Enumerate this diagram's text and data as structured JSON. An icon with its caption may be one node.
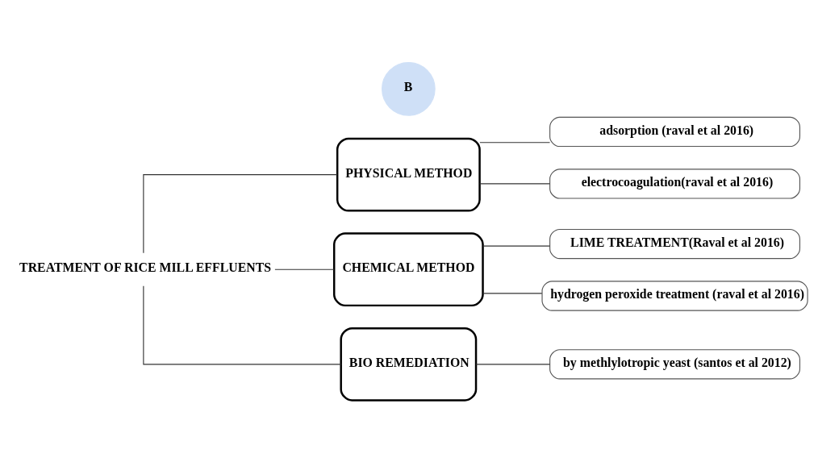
{
  "diagram": {
    "nodes": [
      {
        "text": [
          "B"
        ]
      },
      {
        "text": [
          "TREATMENT OF RICE MILL EFFLUENTS"
        ]
      },
      {
        "text": [
          "PHYSICAL METHOD"
        ]
      },
      {
        "text": [
          "adsorption (raval et al 2016)"
        ]
      },
      {
        "text": [
          "electrocoagulation(raval et al 2016)"
        ]
      },
      {
        "text": [
          "CHEMICAL METHOD"
        ]
      },
      {
        "text": [
          "LIME TREATMENT(Raval et al 2016)"
        ]
      },
      {
        "text": [
          "hydrogen peroxide treatment (raval et al 2016)"
        ]
      },
      {
        "text": [
          "BIO REMEDIATION"
        ]
      },
      {
        "text": [
          "by methlylotropic yeast (santos et al 2012)"
        ]
      }
    ],
    "edges": [
      {
        "from": 1,
        "to": 2,
        "arrow": "none"
      },
      {
        "from": 1,
        "to": 5,
        "arrow": "none"
      },
      {
        "from": 1,
        "to": 8,
        "arrow": "none"
      },
      {
        "from": 2,
        "to": 3,
        "arrow": "none"
      },
      {
        "from": 2,
        "to": 4,
        "arrow": "none"
      },
      {
        "from": 5,
        "to": 6,
        "arrow": "none"
      },
      {
        "from": 5,
        "to": 7,
        "arrow": "none"
      },
      {
        "from": 8,
        "to": 9,
        "arrow": "none"
      }
    ]
  }
}
